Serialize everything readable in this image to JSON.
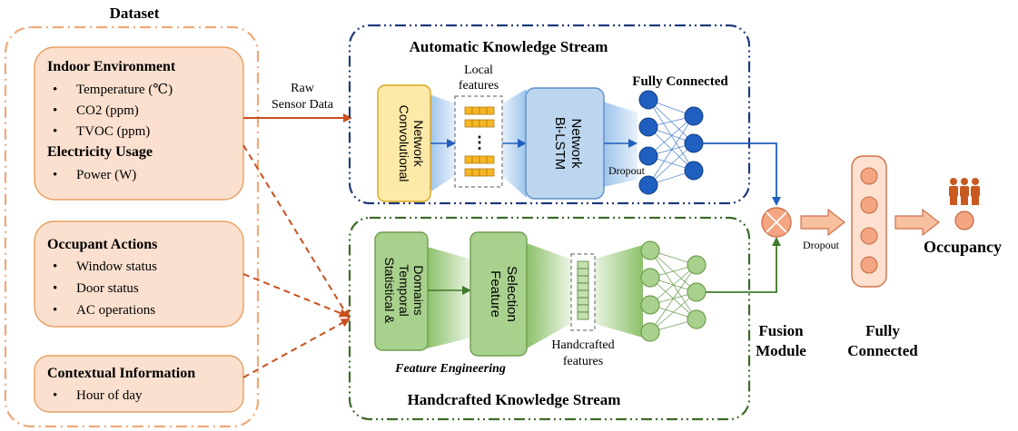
{
  "dataset": {
    "title": "Dataset",
    "indoor": {
      "heading": "Indoor Environment",
      "items": [
        "Temperature (℃)",
        "CO2 (ppm)",
        "TVOC (ppm)"
      ],
      "heading2": "Electricity Usage",
      "items2": [
        "Power (W)"
      ]
    },
    "actions": {
      "heading": "Occupant Actions",
      "items": [
        "Window status",
        "Door status",
        "AC operations"
      ]
    },
    "contextual": {
      "heading": "Contextual Information",
      "items": [
        "Hour of day"
      ]
    }
  },
  "raw_sensor": {
    "line1": "Raw",
    "line2": "Sensor Data"
  },
  "automatic": {
    "title": "Automatic Knowledge Stream",
    "conv_line1": "Convolutional",
    "conv_line2": "Network",
    "local_line1": "Local",
    "local_line2": "features",
    "ellipsis": "⋮",
    "bilstm_line1": "Bi-LSTM",
    "bilstm_line2": "Network",
    "dropout": "Dropout",
    "fully_connected": "Fully Connected"
  },
  "handcrafted": {
    "title": "Handcrafted Knowledge Stream",
    "stat_line1": "Statistical &",
    "stat_line2": "Temporal",
    "stat_line3": "Domains",
    "feat_line1": "Feature",
    "feat_line2": "Selection",
    "feature_engineering": "Feature Engineering",
    "hand_line1": "Handcrafted",
    "hand_line2": "features"
  },
  "fusion": {
    "line1": "Fusion",
    "line2": "Module",
    "dropout": "Dropout"
  },
  "fully_connected": {
    "line1": "Fully",
    "line2": "Connected"
  },
  "occupancy": "Occupancy",
  "colors": {
    "dataset_border": "#f0a878",
    "dataset_fill": "#fbe0cf",
    "dataset_box_border": "#e6a060",
    "automatic_border": "#1f3a7a",
    "handcrafted_border": "#3e6b2a",
    "conv_fill": "#fde9a8",
    "conv_border": "#d9a520",
    "bilstm_fill": "#bcd6ef",
    "bilstm_border": "#5d8fc9",
    "blue_node": "#1f5fbf",
    "green_box": "#a9d18e",
    "green_box_border": "#6e9e4e",
    "orange_arrow": "#c8501e",
    "fusion_fill": "#f4a582",
    "fusion_border": "#d0704a",
    "person": "#c85a20"
  }
}
